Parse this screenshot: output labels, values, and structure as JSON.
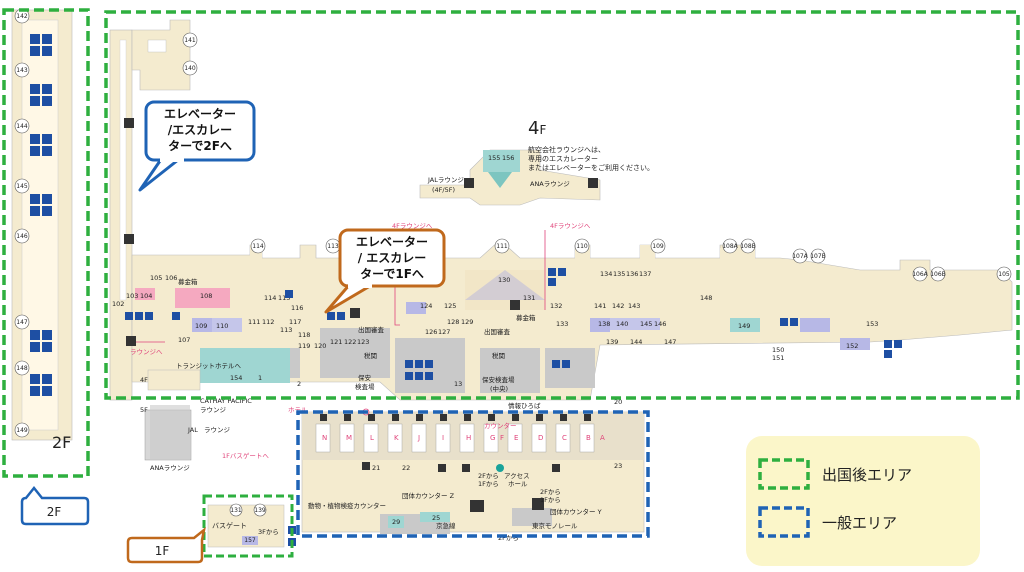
{
  "floor4": {
    "floor_number": "4",
    "floor_unit": "F",
    "note_lines": [
      "航空会社ラウンジへは、",
      "専用のエスカレーター",
      "またはエレベーターをご利用ください。"
    ],
    "jal_lounge": [
      "JALラウンジ",
      "(4F/5F)"
    ],
    "ana_lounge": "ANAラウンジ",
    "lounge_arrow_left": "4Fラウンジへ",
    "lounge_arrow_right": "4Fラウンジへ"
  },
  "floor2_label": "2F",
  "floor_unit": "F",
  "gates": [
    "141",
    "140",
    "142",
    "143",
    "144",
    "145",
    "146",
    "147",
    "148",
    "149",
    "114",
    "113",
    "112",
    "111",
    "110",
    "109",
    "108A",
    "108B",
    "107A",
    "107B",
    "106A",
    "106B",
    "105"
  ],
  "gate_numbers_mid": [
    "105",
    "106",
    "108",
    "103",
    "104",
    "102",
    "107",
    "109",
    "110",
    "111",
    "112",
    "113",
    "114",
    "115",
    "116",
    "117",
    "118",
    "119",
    "120",
    "121",
    "122",
    "123",
    "124",
    "125",
    "126",
    "127",
    "128",
    "129",
    "130",
    "131",
    "132",
    "133",
    "134",
    "135",
    "136",
    "137",
    "138",
    "139",
    "140",
    "141",
    "142",
    "143",
    "144",
    "145",
    "146",
    "147",
    "148",
    "149",
    "150",
    "151",
    "152",
    "153",
    "154"
  ],
  "labels": {
    "bokinbako_left": "募金箱",
    "bokinbako_center": "募金箱",
    "immigration_left": "出国審査",
    "immigration_center": "出国審査",
    "customs_left": "税関",
    "customs_center": "税関",
    "security_left": [
      "保安",
      "検査場"
    ],
    "security_center": [
      "保安検査場",
      "(中央)"
    ],
    "transit_hotel": "トランジットホテルへ",
    "lounge_link": "ラウンジへ",
    "cathay": [
      "CATHAY PACIFIC",
      "ラウンジ"
    ],
    "jal_lounge_small": [
      "JAL",
      "ラウンジ"
    ],
    "ana_lounge_small": "ANAラウンジ",
    "bus_gate_arrow": "1Fバスゲートへ",
    "info_plaza": "情報ひろば",
    "hotel": "ホテル",
    "kiosk_4f": "4F",
    "kiosk_5f": "5F",
    "counter_label": "カウンター",
    "plant_quarantine": "動物・植物検疫カウンター",
    "group_counter_z": "団体カウンター Z",
    "group_counter_y": "団体カウンター Y",
    "from_2f_1f_a": [
      "2Fから",
      "1Fから"
    ],
    "from_2f_1f_b": [
      "2Fから",
      "1Fから"
    ],
    "access_hall": [
      "アクセス",
      "ホール"
    ],
    "from_2f_bottom": "2Fから",
    "keikyu": "京急線",
    "monorail": "東京モノレール",
    "from_3f": "3Fから",
    "bus_gate": "バスゲート",
    "counter_letters": [
      "N",
      "M",
      "L",
      "K",
      "J",
      "I",
      "H",
      "G",
      "F",
      "E",
      "D",
      "C",
      "B",
      "A"
    ],
    "num_21": "21",
    "num_22": "22",
    "num_23": "23",
    "num_25": "25",
    "num_29": "29",
    "num_20": "20",
    "num_1": "1",
    "num_2": "2",
    "num_13": "13",
    "num_131_bus": "131",
    "num_139_bus": "139",
    "num_157": "157",
    "num_154": "154",
    "num_155": "155",
    "num_156": "156"
  },
  "callouts": {
    "elevator_2f": [
      "エレベーター",
      "/エスカレー",
      "ターで2Fへ"
    ],
    "elevator_1f": [
      "エレベーター",
      "/ エスカレー",
      "ターで1Fへ"
    ],
    "tag_2f": "2F",
    "tag_1f": "1F"
  },
  "legend": {
    "departure_area": "出国後エリア",
    "general_area": "一般エリア"
  },
  "colors": {
    "departure_border": "#2eaf3f",
    "general_border": "#1f63b5",
    "callout_blue": "#1f63b5",
    "callout_orange": "#c0691c",
    "legend_bg": "#fbf6c9",
    "floor_beige": "#f4ebcf",
    "pink_shop": "#f5a9c0",
    "teal_area": "#9fd6d2",
    "purple_area": "#b7b8e6",
    "gray_area": "#c9c9c9",
    "icon_blue": "#1e4fa3",
    "sign_red": "#e0457b"
  }
}
